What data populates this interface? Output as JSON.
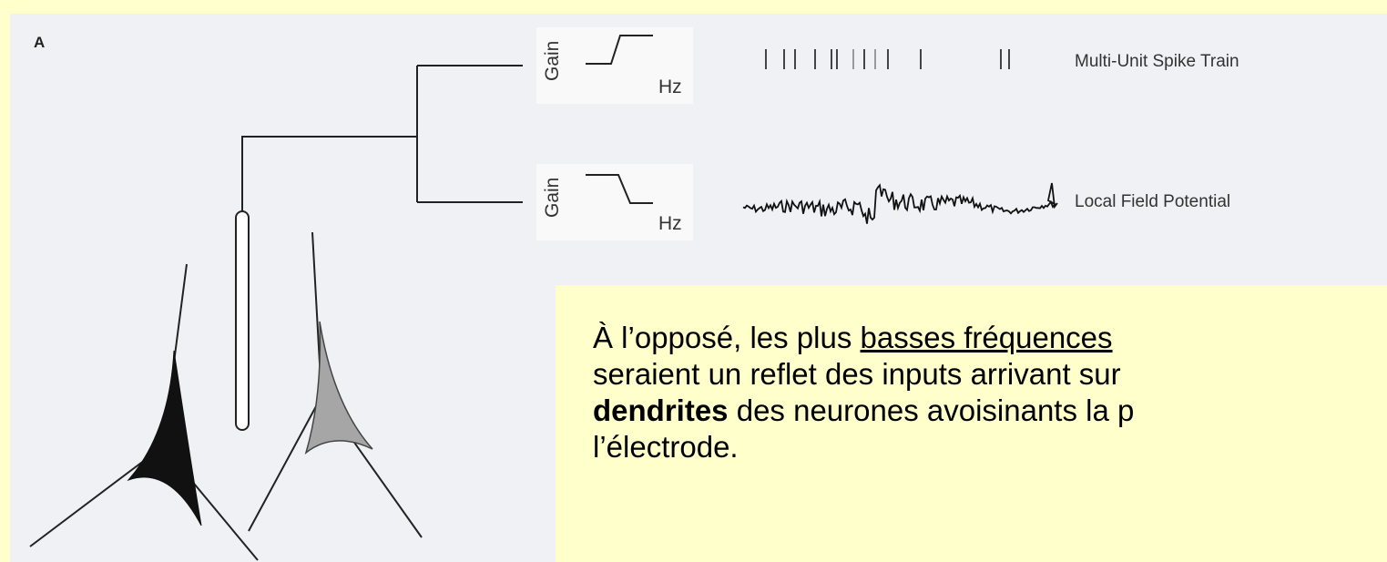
{
  "figure": {
    "panel_label": "A",
    "high_pass": {
      "gain_label": "Gain",
      "hz_label": "Hz",
      "trace_label": "Multi-Unit Spike Train"
    },
    "low_pass": {
      "gain_label": "Gain",
      "hz_label": "Hz",
      "trace_label": "Local Field Potential"
    },
    "neuron_colors": {
      "left": "#111111",
      "right": "#a6a6a6"
    }
  },
  "callout": {
    "line1_prefix": "À l’opposé, les plus ",
    "line1_underlined": "basses fréquences",
    "line2": "seraient un reflet des inputs arrivant sur",
    "line3_bold": "dendrites",
    "line3_rest": " des neurones avoisinants la p",
    "line4": "l’électrode."
  }
}
